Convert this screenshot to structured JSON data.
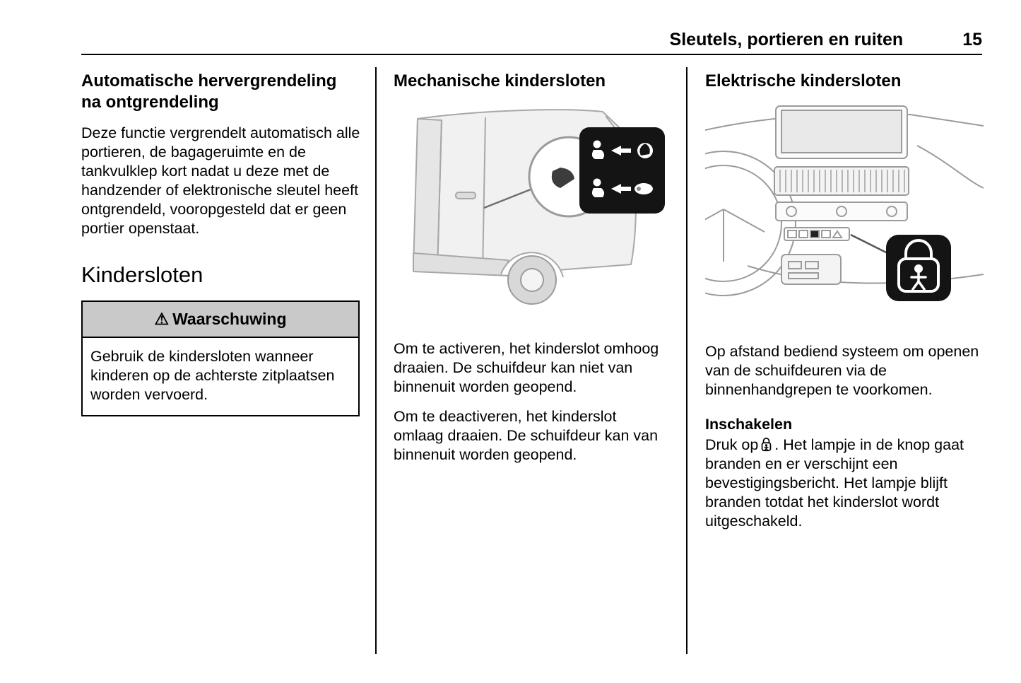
{
  "page": {
    "header": {
      "title": "Sleutels, portieren en ruiten",
      "page_number": "15"
    },
    "icons": {
      "warning": "⚠",
      "child_lock": "person-in-padlock",
      "arrow_left": "←"
    },
    "colors": {
      "warning_header_bg": "#c9c9c9",
      "rule_color": "#000000",
      "illustration_line": "#9b9b9b",
      "callout_bg": "#141414"
    },
    "left_column": {
      "heading": "Automatische hervergrendeling na ontgrendeling",
      "paragraph": "Deze functie vergrendelt automatisch alle portieren, de bagageruimte en de tankvulklep kort nadat u deze met de handzender of elektronische sleutel heeft ontgrendeld, vooropgesteld dat er geen portier openstaat.",
      "section_heading": "Kindersloten",
      "warning_box": {
        "icon": "⚠",
        "title": "Waarschuwing",
        "body": "Gebruik de kindersloten wanneer kinderen op de achterste zitplaatsen worden vervoerd."
      }
    },
    "middle_column": {
      "heading": "Mechanische kindersloten",
      "paragraph1": "Om te activeren, het kinderslot omhoog draaien. De schuifdeur kan niet van binnenuit worden geopend.",
      "paragraph2": "Om te deactiveren, het kinderslot omlaag draaien. De schuifdeur kan van binnenuit worden geopend."
    },
    "right_column": {
      "heading": "Elektrische kindersloten",
      "paragraph1": "Op afstand bediend systeem om openen van de schuifdeuren via de binnenhandgrepen te voorkomen.",
      "subheading": "Inschakelen",
      "paragraph2_before_icon": "Druk op",
      "paragraph2_after_icon": ". Het lampje in de knop gaat branden en er verschijnt een bevestigingsbericht. Het lampje blijft branden totdat het kinderslot wordt uitgeschakeld."
    }
  }
}
